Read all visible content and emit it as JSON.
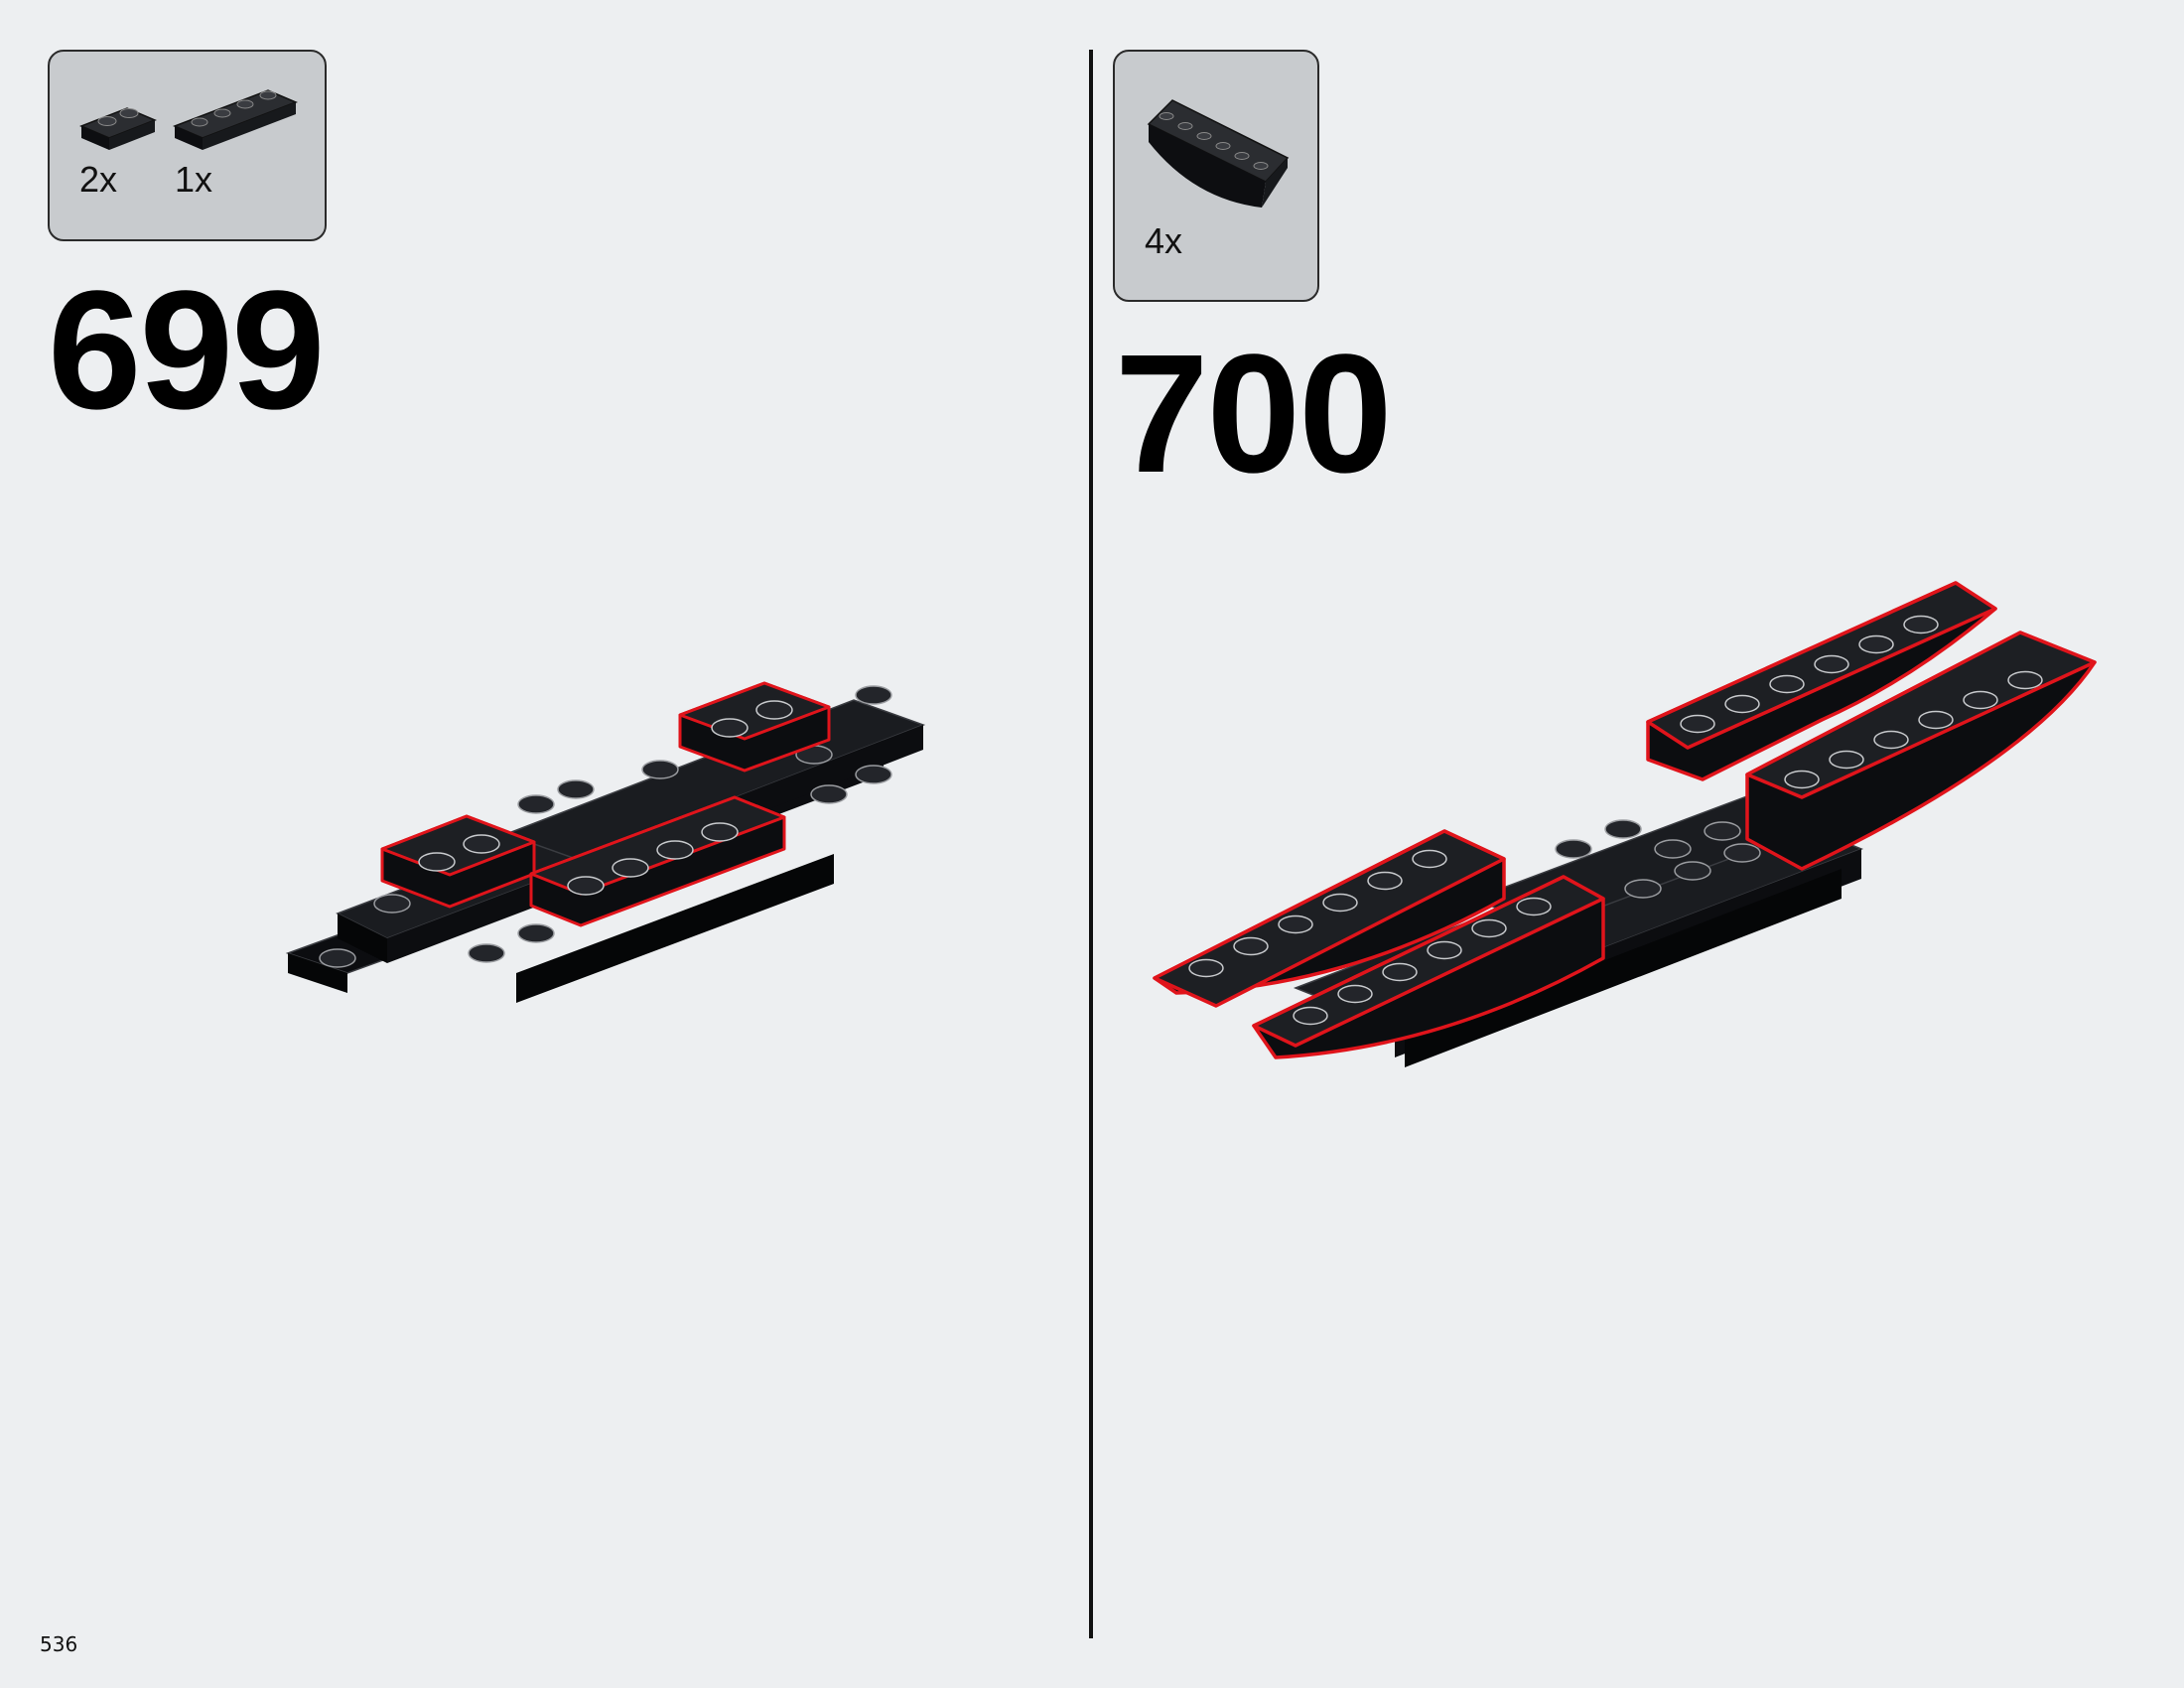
{
  "page": {
    "page_number": "536"
  },
  "steps": [
    {
      "number": "699",
      "parts": [
        {
          "quantity": "2x",
          "part_icon": "plate-1x2-icon"
        },
        {
          "quantity": "1x",
          "part_icon": "plate-1x4-icon"
        }
      ]
    },
    {
      "number": "700",
      "parts": [
        {
          "quantity": "4x",
          "part_icon": "curved-slope-1x6-icon"
        }
      ]
    }
  ],
  "colors": {
    "background": "#edeff1",
    "parts_box": "#c8cbce",
    "brick": "#0c0d10",
    "highlight": "#e0141b"
  }
}
